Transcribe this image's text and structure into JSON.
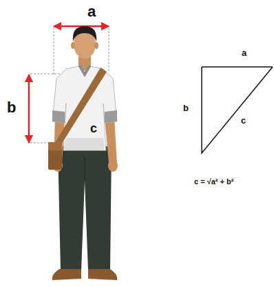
{
  "diagram": {
    "labels": [
      "a",
      "b",
      "c",
      "a",
      "b",
      "c",
      "c = √a² + b²"
    ]
  }
}
